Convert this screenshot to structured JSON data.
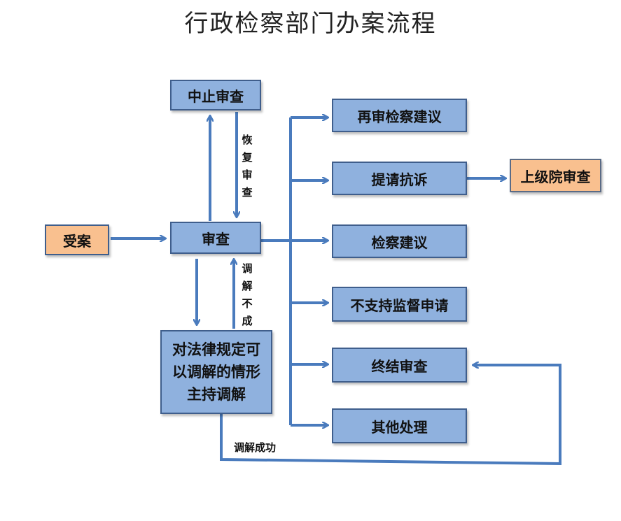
{
  "title": "行政检察部门办案流程",
  "nodes": {
    "shouan": "受案",
    "shencha": "审查",
    "zhongzhi": "中止审查",
    "tiaojie_box": "对法律规定可\n以调解的情形\n主持调解",
    "zaishen": "再审检察建议",
    "tiqing": "提请抗诉",
    "shangji": "上级院审查",
    "jiancha": "检察建议",
    "buzhichi": "不支持监督申请",
    "zhongjie": "终结审查",
    "qita": "其他处理"
  },
  "labels": {
    "huifu": "恢复审查",
    "tiaojie_bucheng": "调解不成",
    "tiaojie_chenggong": "调解成功"
  },
  "colors": {
    "box_fill": "#8fb1de",
    "box_border": "#3f5e8c",
    "highlight_fill": "#f9c08f",
    "line": "#4a7bbd"
  }
}
